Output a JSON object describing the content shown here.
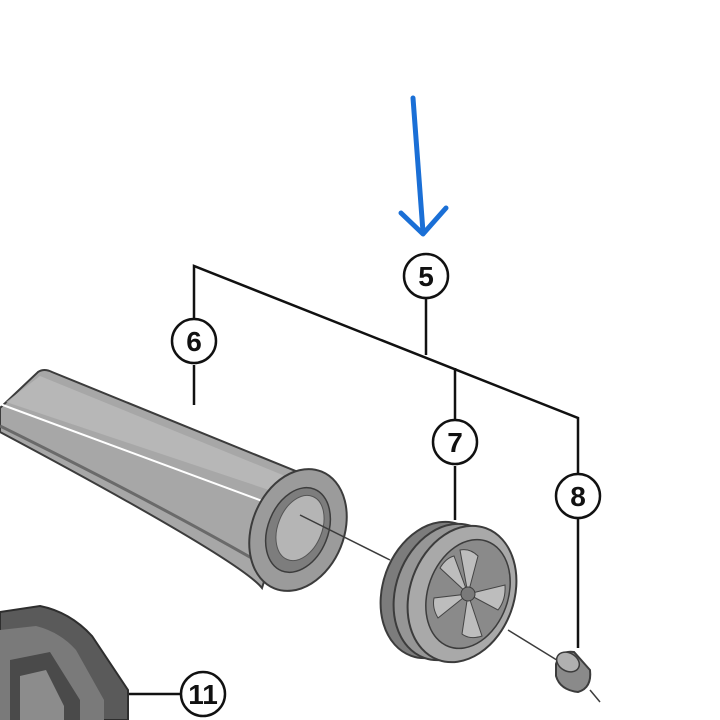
{
  "callouts": [
    {
      "id": "callout-5",
      "label": "5"
    },
    {
      "id": "callout-6",
      "label": "6"
    },
    {
      "id": "callout-7",
      "label": "7"
    },
    {
      "id": "callout-8",
      "label": "8"
    },
    {
      "id": "callout-11",
      "label": "11"
    }
  ],
  "colors": {
    "arrow": "#1a6fd6",
    "line": "#111111",
    "part_light": "#a9a9a9",
    "part_mid": "#8e8e8e",
    "part_dark": "#5a5a5a",
    "outline": "#3c3c3c"
  },
  "icons": [
    "down-arrow-icon"
  ]
}
